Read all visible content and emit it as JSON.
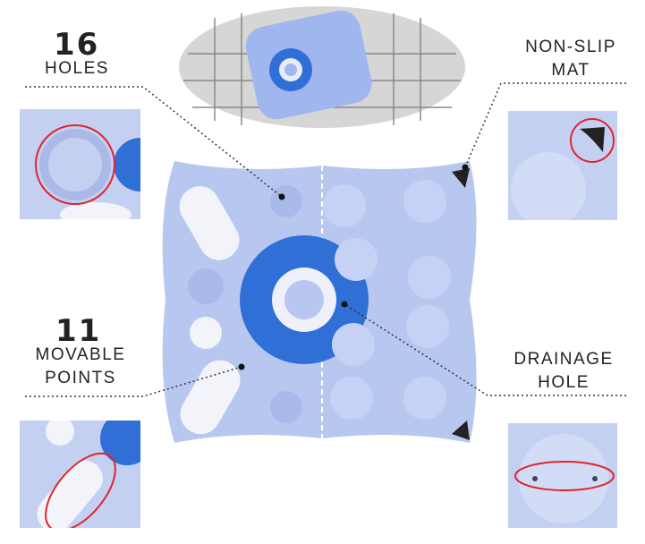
{
  "features": {
    "holes": {
      "number": "16",
      "label": "HOLES"
    },
    "points": {
      "number": "11",
      "label1": "MOVABLE",
      "label2": "POINTS"
    },
    "mat": {
      "label1": "NON-SLIP",
      "label2": "MAT"
    },
    "drain": {
      "label1": "DRAINAGE",
      "label2": "HOLE"
    }
  },
  "colors": {
    "product": "#b8c7ef",
    "accent": "#2f6fd6",
    "highlight": "#e0252a"
  }
}
